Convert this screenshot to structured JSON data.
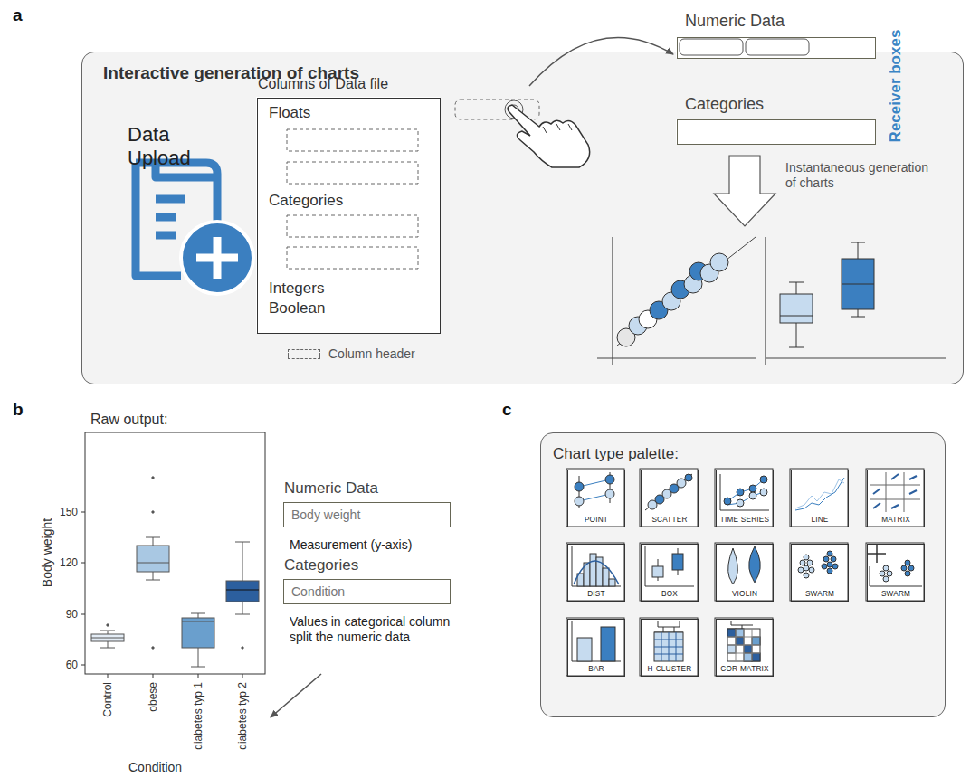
{
  "diagram": {
    "nodes": [
      {
        "text": [
          "Interactive generation of charts"
        ]
      },
      {
        "text": [
          "Columns of Data file",
          "Floats",
          "Categories",
          "Integers",
          "Boolean"
        ],
        "in": 0
      },
      {
        "text": [
          "Numeric Data"
        ],
        "in": 0
      },
      {
        "text": [
          "Categories"
        ],
        "in": 0
      },
      {
        "text": [
          "Numeric Data",
          "Body weight"
        ]
      },
      {
        "text": [
          "Categories",
          "Condition"
        ]
      },
      {
        "text": [
          "Chart type palette:"
        ]
      },
      {
        "text": [
          "POINT"
        ],
        "in": 6
      },
      {
        "text": [
          "SCATTER"
        ],
        "in": 6
      },
      {
        "text": [
          "TIME SERIES"
        ],
        "in": 6
      },
      {
        "text": [
          "LINE"
        ],
        "in": 6
      },
      {
        "text": [
          "MATRIX"
        ],
        "in": 6
      },
      {
        "text": [
          "DIST"
        ],
        "in": 6
      },
      {
        "text": [
          "BOX"
        ],
        "in": 6
      },
      {
        "text": [
          "VIOLIN"
        ],
        "in": 6
      },
      {
        "text": [
          "SWARM"
        ],
        "in": 6
      },
      {
        "text": [
          "SWARM"
        ],
        "in": 6
      },
      {
        "text": [
          "BAR"
        ],
        "in": 6
      },
      {
        "text": [
          "H-CLUSTER"
        ],
        "in": 6
      },
      {
        "text": [
          "COR-MATRIX"
        ],
        "in": 6
      }
    ],
    "labels": [
      "a",
      "Data Upload",
      "Receiver boxes",
      "Instantaneous generation of charts",
      "b",
      "Raw output:",
      "150",
      "120",
      "90",
      "60",
      "Body weight",
      "Control",
      "obese",
      "diabetes typ 1",
      "diabetes typ 2",
      "Condition",
      "Measurement (y-axis)",
      "Values in categorical column split the numeric data",
      "c"
    ],
    "legend": [
      {
        "text": "Column header"
      }
    ]
  }
}
